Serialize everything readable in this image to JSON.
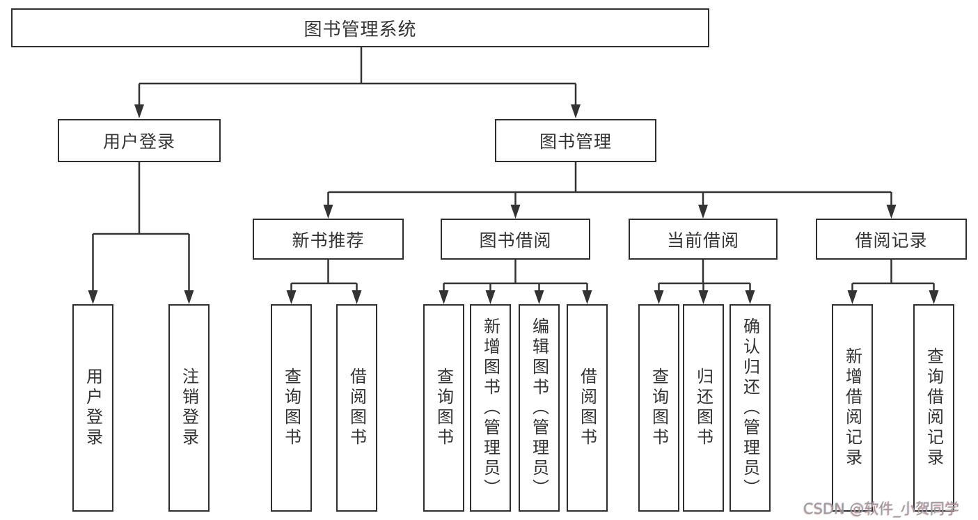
{
  "diagram": {
    "tree": {
      "label": "图书管理系统",
      "children": [
        {
          "label": "用户登录",
          "children": [
            {
              "label": "用户登录"
            },
            {
              "label": "注销登录"
            }
          ]
        },
        {
          "label": "图书管理",
          "children": [
            {
              "label": "新书推荐",
              "children": [
                {
                  "label": "查询图书"
                },
                {
                  "label": "借阅图书"
                }
              ]
            },
            {
              "label": "图书借阅",
              "children": [
                {
                  "label": "查询图书"
                },
                {
                  "label": "新增图书（管理员）"
                },
                {
                  "label": "编辑图书（管理员）"
                },
                {
                  "label": "借阅图书"
                }
              ]
            },
            {
              "label": "当前借阅",
              "children": [
                {
                  "label": "查询图书"
                },
                {
                  "label": "归还图书"
                },
                {
                  "label": "确认归还（管理员）"
                }
              ]
            },
            {
              "label": "借阅记录",
              "children": [
                {
                  "label": "新增借阅记录"
                },
                {
                  "label": "查询借阅记录"
                }
              ]
            }
          ]
        }
      ]
    },
    "colors": {
      "line": "#333333",
      "box_border": "#2f2f2f",
      "box_fill": "#ffffff",
      "text": "#333333",
      "watermark": "#9b9b9b"
    }
  },
  "watermark": {
    "text": "CSDN @软件_小贺同学"
  }
}
